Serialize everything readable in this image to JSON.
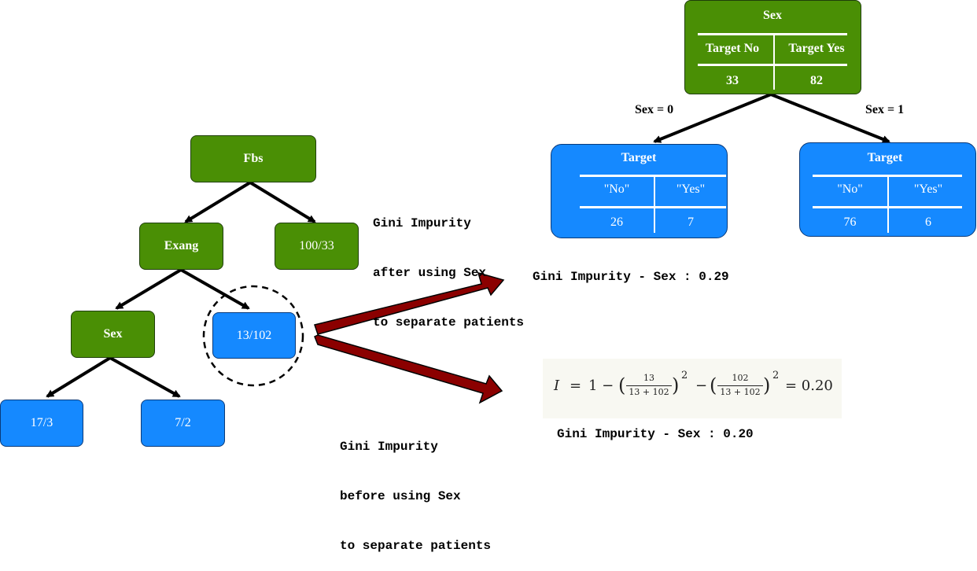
{
  "tree": {
    "root": "Fbs",
    "exang": "Exang",
    "leaf_100_33": "100/33",
    "sex": "Sex",
    "leaf_13_102": "13/102",
    "leaf_17_3": "17/3",
    "leaf_7_2": "7/2"
  },
  "annotations": {
    "after_line1": "Gini Impurity",
    "after_line2": "after using Sex",
    "after_line3": "to separate patients",
    "before_line1": "Gini Impurity",
    "before_line2": "before using Sex",
    "before_line3": "to separate patients",
    "gini_after": "Gini Impurity - Sex : 0.29",
    "gini_before": "Gini Impurity - Sex : 0.20"
  },
  "split": {
    "top": {
      "title": "Sex",
      "col1": "Target No",
      "col2": "Target Yes",
      "val1": "33",
      "val2": "82"
    },
    "edge_left": "Sex = 0",
    "edge_right": "Sex = 1",
    "left": {
      "title": "Target",
      "col1": "\"No\"",
      "col2": "\"Yes\"",
      "val1": "26",
      "val2": "7"
    },
    "right": {
      "title": "Target",
      "col1": "\"No\"",
      "col2": "\"Yes\"",
      "val1": "76",
      "val2": "6"
    }
  },
  "formula": {
    "var": "I",
    "eq": "=",
    "one": "1 −",
    "num1": "13",
    "den1": "13 + 102",
    "minus": "−",
    "num2": "102",
    "den2": "13 + 102",
    "exp": "2",
    "result": "= 0.20"
  },
  "colors": {
    "green": "#4a8f05",
    "blue": "#1589ff",
    "arrow": "#8b0000"
  }
}
